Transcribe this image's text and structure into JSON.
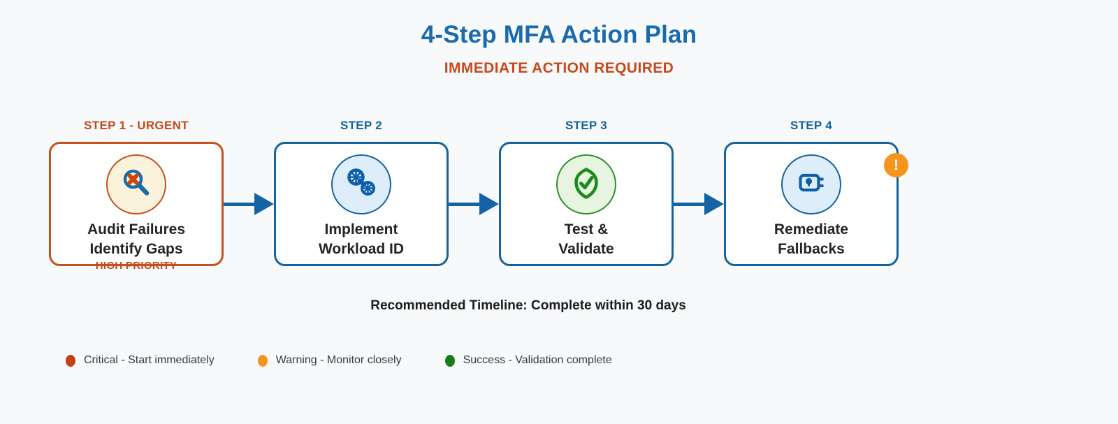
{
  "colors": {
    "background": "#f7f9fb",
    "title_blue": "#1a6bad",
    "step_blue": "#15639c",
    "arrow_blue": "#1464a5",
    "urgent_orange": "#c8501e",
    "warning_orange": "#f7941e",
    "success_green": "#2f8f2f",
    "critical_red": "#c63e14"
  },
  "header": {
    "title": "4-Step MFA Action Plan",
    "subtitle": "IMMEDIATE ACTION REQUIRED"
  },
  "steps": [
    {
      "label": "STEP 1 - URGENT",
      "icon": "magnifier-error-icon",
      "icon_bg": "#faf3dc",
      "border_color": "#c8501e",
      "name_line1": "Audit Failures",
      "name_line2": "Identify Gaps",
      "priority": "HIGH PRIORITY"
    },
    {
      "label": "STEP 2",
      "icon": "gears-icon",
      "icon_bg": "#ddeefa",
      "border_color": "#15639c",
      "name_line1": "Implement",
      "name_line2": "Workload ID"
    },
    {
      "label": "STEP 3",
      "icon": "shield-check-icon",
      "icon_bg": "#e6f4e0",
      "border_color": "#15639c",
      "name_line1": "Test &",
      "name_line2": "Validate"
    },
    {
      "label": "STEP 4",
      "icon": "security-token-icon",
      "icon_bg": "#ddeefa",
      "border_color": "#15639c",
      "name_line1": "Remediate",
      "name_line2": "Fallbacks",
      "badge": "!"
    }
  ],
  "timeline": {
    "text": "Recommended Timeline: Complete within 30 days"
  },
  "legend": [
    {
      "dot_color": "#c63e14",
      "label": "Critical - Start immediately"
    },
    {
      "dot_color": "#f7941e",
      "label": "Warning - Monitor closely"
    },
    {
      "dot_color": "#1a7d1a",
      "label": "Success - Validation complete"
    }
  ]
}
